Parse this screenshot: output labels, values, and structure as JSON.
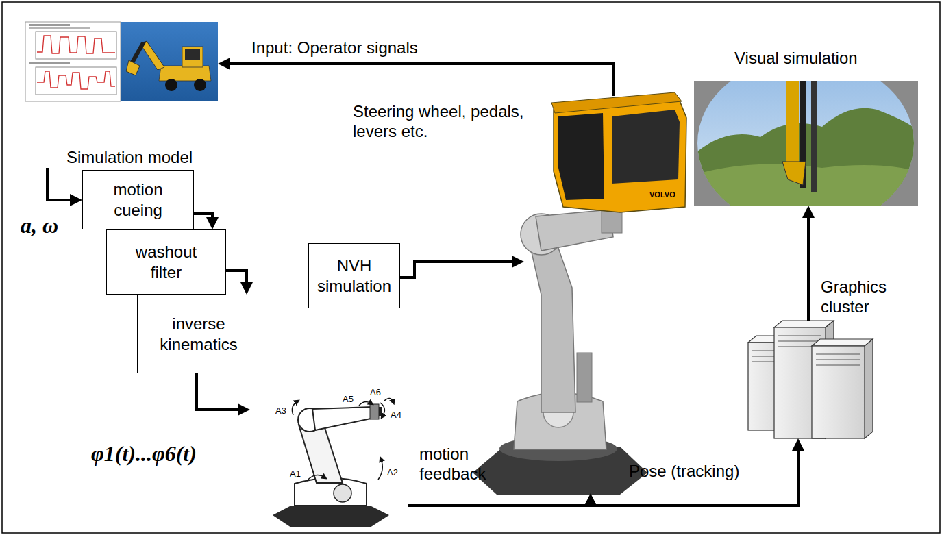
{
  "diagram": {
    "nodes": [
      {
        "text": [
          "Simulation model"
        ]
      },
      {
        "text": [
          "motion cueing"
        ]
      },
      {
        "text": [
          "washout filter"
        ]
      },
      {
        "text": [
          "inverse kinematics"
        ]
      },
      {
        "text": [
          "A3",
          "A5",
          "A6",
          "A4",
          "A1",
          "A2"
        ]
      },
      {
        "text": [
          "NVH simulation"
        ]
      },
      {
        "text": [
          "VOLVO"
        ]
      },
      {
        "text": [
          "Graphics cluster"
        ]
      },
      {
        "text": [
          "Visual simulation"
        ]
      }
    ],
    "edges": [
      {
        "from": 0,
        "to": 1,
        "arrow": "to"
      },
      {
        "from": 1,
        "to": 2,
        "arrow": "to"
      },
      {
        "from": 2,
        "to": 3,
        "arrow": "to"
      },
      {
        "from": 3,
        "to": 4,
        "arrow": "to"
      },
      {
        "from": 5,
        "to": 6,
        "arrow": "to"
      },
      {
        "from": 6,
        "to": 0,
        "arrow": "to",
        "label": "Input: Operator signals"
      },
      {
        "from": 4,
        "to": 6,
        "arrow": "to",
        "label": "motion feedback"
      },
      {
        "from": 4,
        "to": 7,
        "arrow": "to",
        "label": "Pose (tracking)"
      },
      {
        "from": 7,
        "to": 8,
        "arrow": "to"
      }
    ],
    "labels": [
      "Steering wheel, pedals, levers etc.",
      "a, ω",
      "φ1(t)...φ6(t)"
    ]
  }
}
